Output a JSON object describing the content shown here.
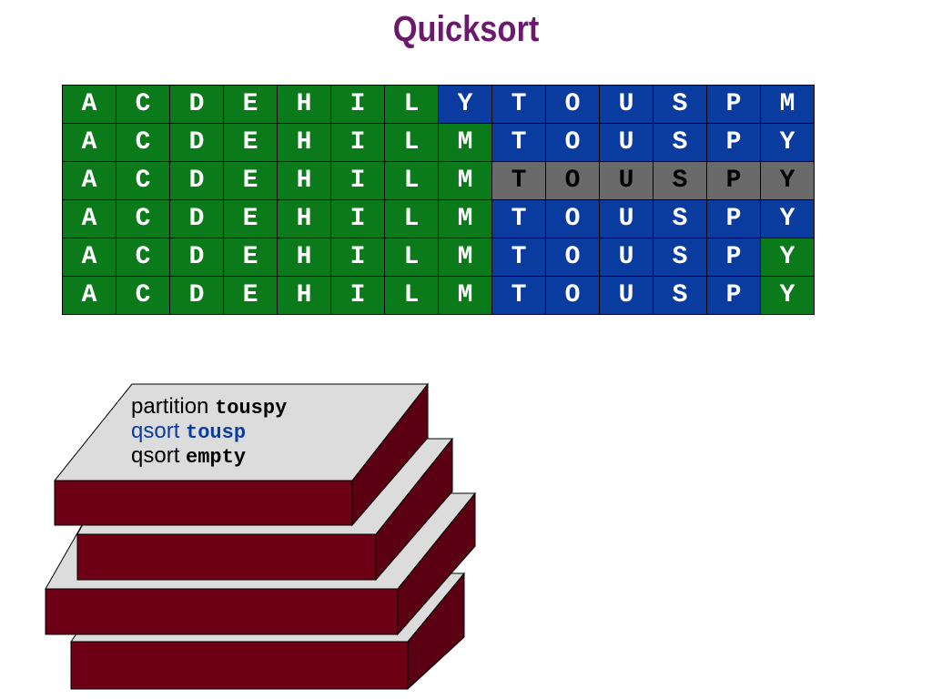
{
  "title": "Quicksort",
  "colors": {
    "title": "#6b1a6b",
    "sorted_green": "#0a7a1a",
    "partition_blue": "#0a3ca0",
    "active_gray": "#6a6a6a",
    "stack_side": "#6e0016",
    "stack_top": "#dcdcdc",
    "highlight_text": "#0a3ca0"
  },
  "rows": [
    {
      "letters": [
        "A",
        "C",
        "D",
        "E",
        "H",
        "I",
        "L",
        "Y",
        "T",
        "O",
        "U",
        "S",
        "P",
        "M"
      ],
      "colors": [
        "g",
        "g",
        "g",
        "g",
        "g",
        "g",
        "g",
        "b",
        "b",
        "b",
        "b",
        "b",
        "b",
        "b"
      ]
    },
    {
      "letters": [
        "A",
        "C",
        "D",
        "E",
        "H",
        "I",
        "L",
        "M",
        "T",
        "O",
        "U",
        "S",
        "P",
        "Y"
      ],
      "colors": [
        "g",
        "g",
        "g",
        "g",
        "g",
        "g",
        "g",
        "g",
        "b",
        "b",
        "b",
        "b",
        "b",
        "b"
      ]
    },
    {
      "letters": [
        "A",
        "C",
        "D",
        "E",
        "H",
        "I",
        "L",
        "M",
        "T",
        "O",
        "U",
        "S",
        "P",
        "Y"
      ],
      "colors": [
        "g",
        "g",
        "g",
        "g",
        "g",
        "g",
        "g",
        "g",
        "x",
        "x",
        "x",
        "x",
        "x",
        "x"
      ]
    },
    {
      "letters": [
        "A",
        "C",
        "D",
        "E",
        "H",
        "I",
        "L",
        "M",
        "T",
        "O",
        "U",
        "S",
        "P",
        "Y"
      ],
      "colors": [
        "g",
        "g",
        "g",
        "g",
        "g",
        "g",
        "g",
        "g",
        "b",
        "b",
        "b",
        "b",
        "b",
        "b"
      ]
    },
    {
      "letters": [
        "A",
        "C",
        "D",
        "E",
        "H",
        "I",
        "L",
        "M",
        "T",
        "O",
        "U",
        "S",
        "P",
        "Y"
      ],
      "colors": [
        "g",
        "g",
        "g",
        "g",
        "g",
        "g",
        "g",
        "g",
        "b",
        "b",
        "b",
        "b",
        "b",
        "g"
      ]
    },
    {
      "letters": [
        "A",
        "C",
        "D",
        "E",
        "H",
        "I",
        "L",
        "M",
        "T",
        "O",
        "U",
        "S",
        "P",
        "Y"
      ],
      "colors": [
        "g",
        "g",
        "g",
        "g",
        "g",
        "g",
        "g",
        "g",
        "b",
        "b",
        "b",
        "b",
        "b",
        "g"
      ]
    }
  ],
  "call_stack": {
    "line1": {
      "keyword": "partition",
      "arg": "touspy"
    },
    "line2": {
      "keyword": "qsort",
      "arg": "tousp"
    },
    "line3": {
      "keyword": "qsort",
      "arg": "empty"
    }
  }
}
